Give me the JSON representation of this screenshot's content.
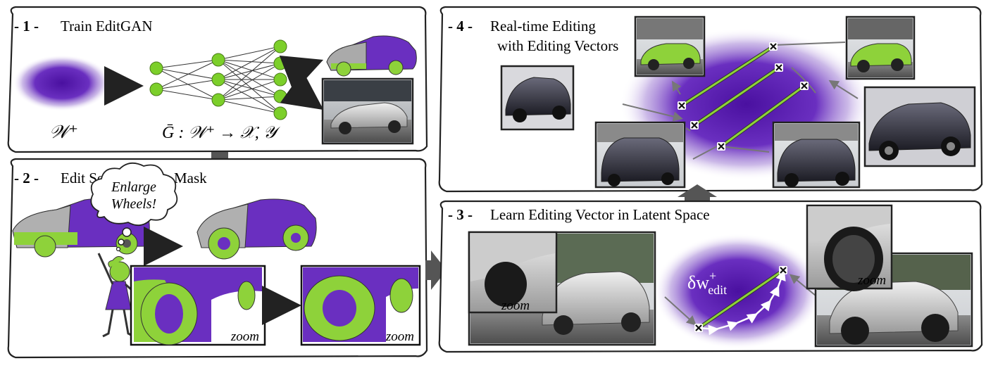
{
  "panels": [
    {
      "num": "- 1 -",
      "title": "Train EditGAN"
    },
    {
      "num": "- 2 -",
      "title": "Edit Segmentation Mask"
    },
    {
      "num": "- 3 -",
      "title": "Learn Editing Vector in Latent Space"
    },
    {
      "num": "- 4 -",
      "title_line1": "Real-time Editing",
      "title_line2": "with Editing Vectors"
    }
  ],
  "math": {
    "latent": "𝒲⁺",
    "generator": "Ḡ : 𝒲⁺ → 𝒳, 𝒴",
    "delta_w": "δw",
    "delta_sup": "+",
    "delta_sub": "edit"
  },
  "thought_bubble": {
    "line1": "Enlarge",
    "line2": "Wheels!"
  },
  "labels": {
    "zoom": "zoom"
  },
  "colors": {
    "purple": "#5b1fa6",
    "lime": "#8ed23a",
    "node": "#7ccf2a",
    "panel_border": "#222222",
    "flow_arrow": "#444444",
    "road": "#6a6a6a"
  },
  "icons": [
    "cloud-icon",
    "person-icon",
    "car-icon",
    "arrow-icon",
    "cross-marker-icon"
  ]
}
